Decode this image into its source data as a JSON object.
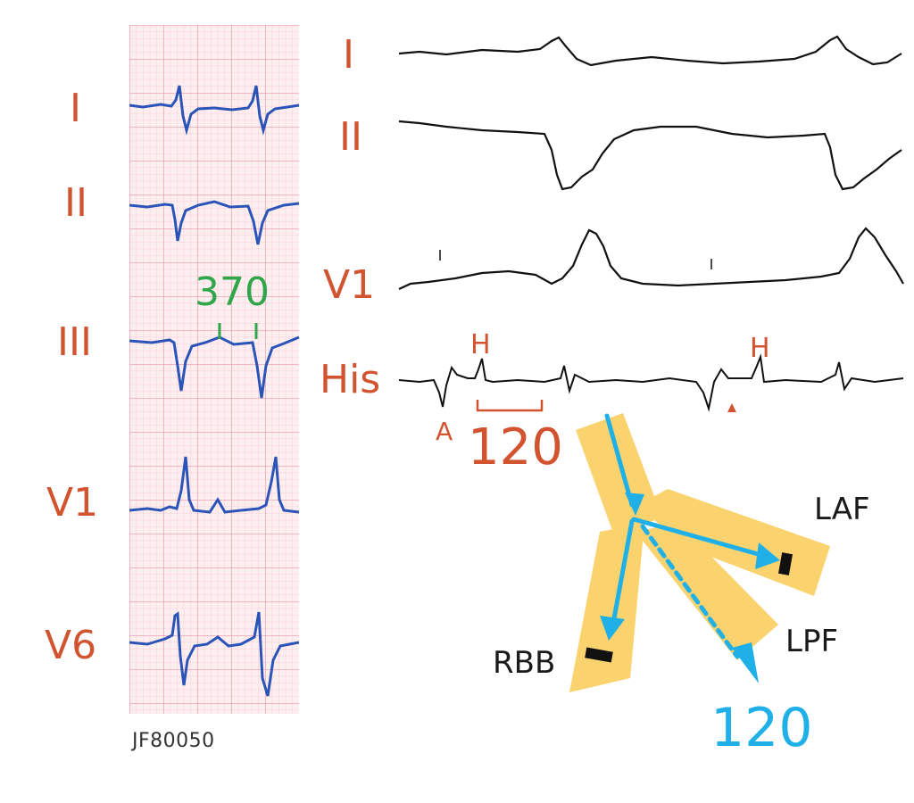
{
  "ecg_panel": {
    "leads": [
      "I",
      "II",
      "III",
      "V1",
      "V6"
    ],
    "interval_label": "370",
    "code": "JF80050"
  },
  "intracardiac_panel": {
    "leads": [
      "I",
      "II",
      "V1",
      "His"
    ],
    "his_markers": [
      "H",
      "H"
    ],
    "atrial_marker": "A",
    "hv_interval": "120"
  },
  "conduction_diagram": {
    "branches": [
      "LAF",
      "RBB",
      "LPF"
    ],
    "lpf_delay": "120"
  },
  "colors": {
    "label": "#d2532f",
    "interval": "#2fa64a",
    "conduction": "#1fb0e8",
    "bundle": "#fbd36e",
    "trace_blue": "#2b54b8",
    "grid": "#f2a9b8"
  }
}
